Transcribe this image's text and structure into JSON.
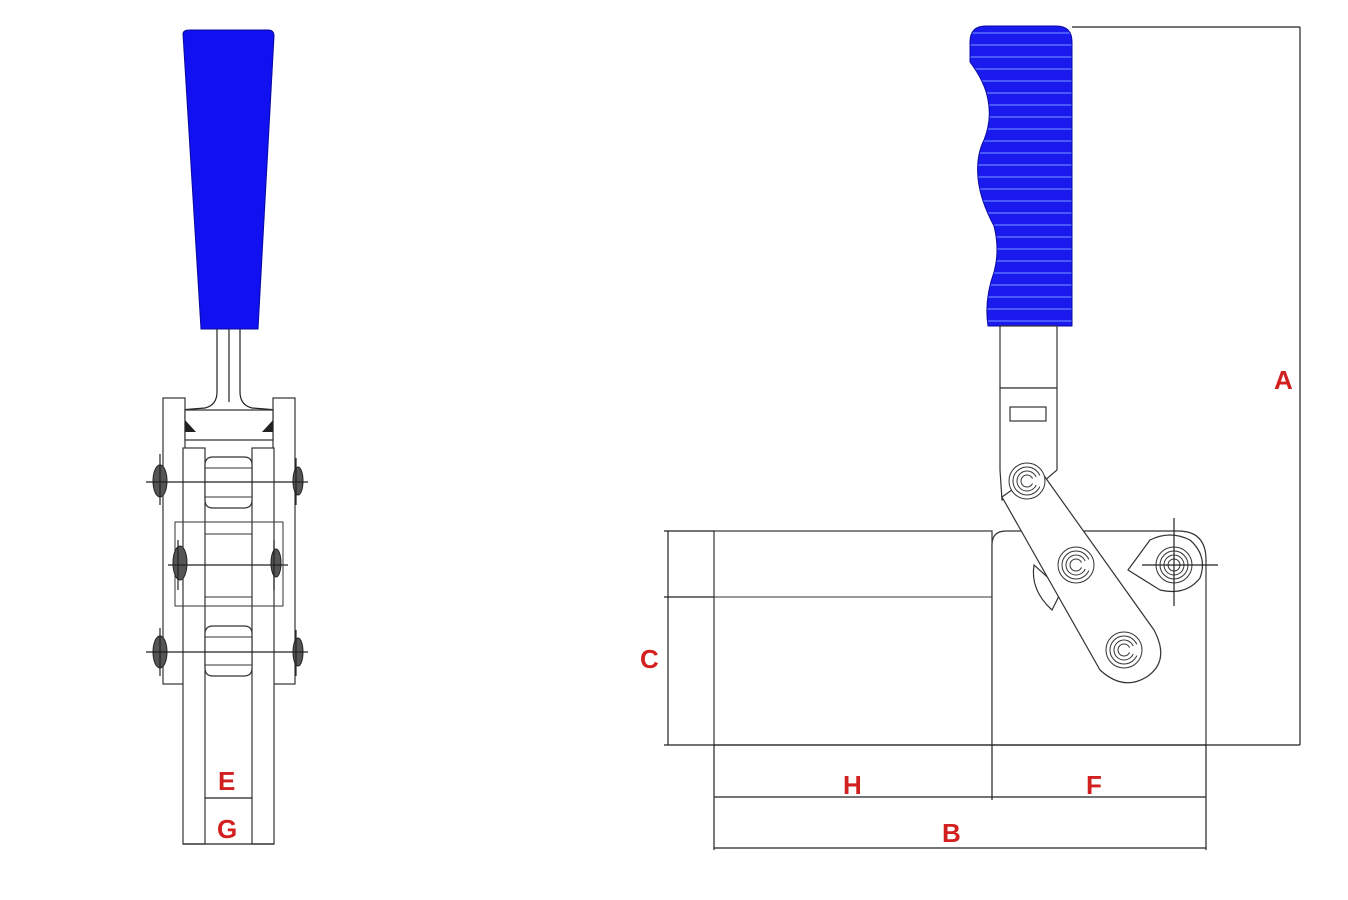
{
  "colors": {
    "handle": "#1010f0",
    "handle_stripe": "#3a46ff",
    "dimension_label": "#d21f1f",
    "line": "#222222"
  },
  "labels": {
    "A": "A",
    "B": "B",
    "C": "C",
    "E": "E",
    "F": "F",
    "G": "G",
    "H": "H"
  }
}
